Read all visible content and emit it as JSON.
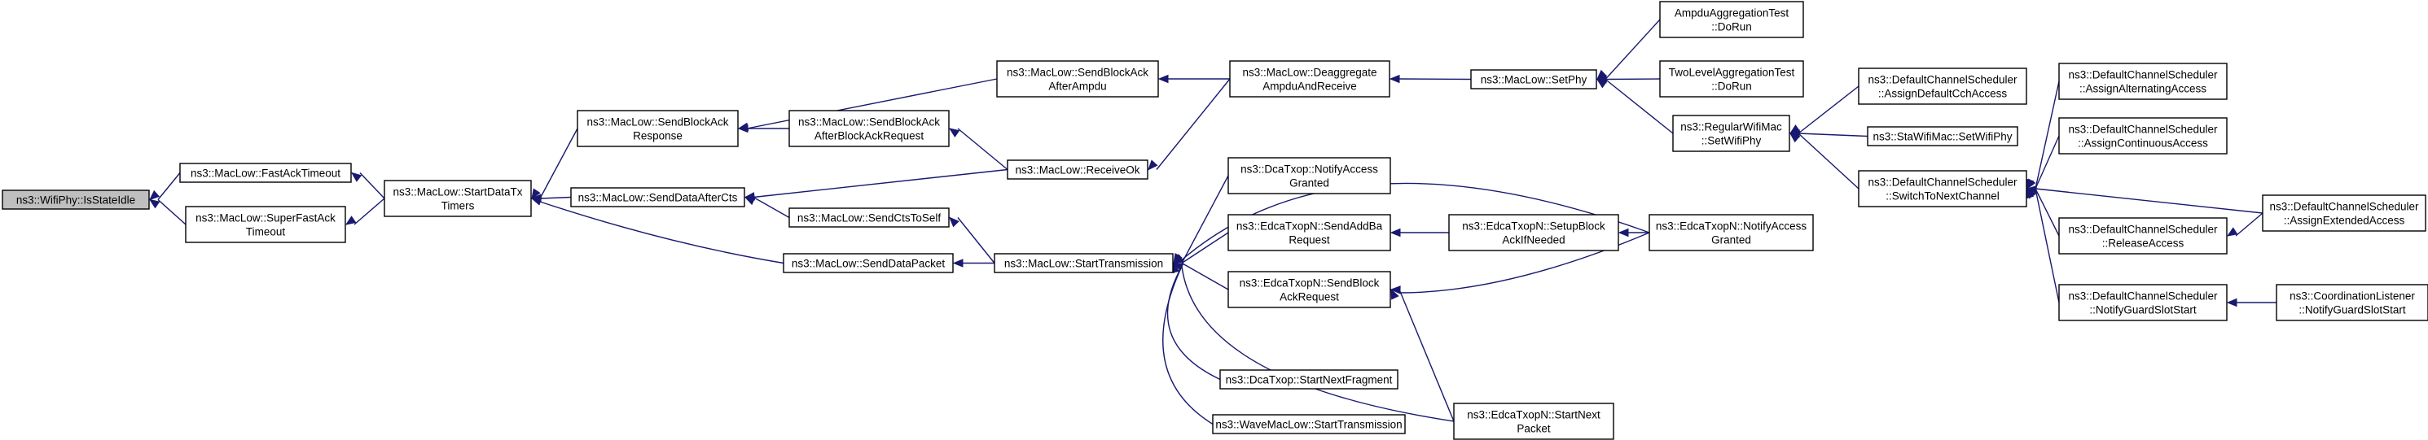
{
  "diagram": {
    "title": "",
    "root": "isstateidle",
    "nodes": [
      {
        "id": "isstateidle",
        "lines": [
          "ns3::WifiPhy::IsStateIdle"
        ]
      },
      {
        "id": "fastacktimeout",
        "lines": [
          "ns3::MacLow::FastAckTimeout"
        ]
      },
      {
        "id": "superfastacktimeout",
        "lines": [
          "ns3::MacLow::SuperFastAck",
          "Timeout"
        ]
      },
      {
        "id": "startdatatxtimers",
        "lines": [
          "ns3::MacLow::StartDataTx",
          "Timers"
        ]
      },
      {
        "id": "sendblockackresponse",
        "lines": [
          "ns3::MacLow::SendBlockAck",
          "Response"
        ]
      },
      {
        "id": "senddataaftercts",
        "lines": [
          "ns3::MacLow::SendDataAfterCts"
        ]
      },
      {
        "id": "senddatapacket",
        "lines": [
          "ns3::MacLow::SendDataPacket"
        ]
      },
      {
        "id": "sendblockackafterampdu",
        "lines": [
          "ns3::MacLow::SendBlockAck",
          "AfterAmpdu"
        ]
      },
      {
        "id": "sendblockackafterblockackrequest",
        "lines": [
          "ns3::MacLow::SendBlockAck",
          "AfterBlockAckRequest"
        ]
      },
      {
        "id": "receiveok",
        "lines": [
          "ns3::MacLow::ReceiveOk"
        ]
      },
      {
        "id": "sendctstoself",
        "lines": [
          "ns3::MacLow::SendCtsToSelf"
        ]
      },
      {
        "id": "starttransmission",
        "lines": [
          "ns3::MacLow::StartTransmission"
        ]
      },
      {
        "id": "deaggregateampduandreceive",
        "lines": [
          "ns3::MacLow::Deaggregate",
          "AmpduAndReceive"
        ]
      },
      {
        "id": "dcatxopnotifyaccessgranted",
        "lines": [
          "ns3::DcaTxop::NotifyAccess",
          "Granted"
        ]
      },
      {
        "id": "edcasendaddba",
        "lines": [
          "ns3::EdcaTxopN::SendAddBa",
          "Request"
        ]
      },
      {
        "id": "edcasendblockackrequest",
        "lines": [
          "ns3::EdcaTxopN::SendBlock",
          "AckRequest"
        ]
      },
      {
        "id": "dcastartnextfragment",
        "lines": [
          "ns3::DcaTxop::StartNextFragment"
        ]
      },
      {
        "id": "wavestarttransmission",
        "lines": [
          "ns3::WaveMacLow::StartTransmission"
        ]
      },
      {
        "id": "setphy",
        "lines": [
          "ns3::MacLow::SetPhy"
        ]
      },
      {
        "id": "setupblockackifneeded",
        "lines": [
          "ns3::EdcaTxopN::SetupBlock",
          "AckIfNeeded"
        ]
      },
      {
        "id": "edcastartnextpacket",
        "lines": [
          "ns3::EdcaTxopN::StartNext",
          "Packet"
        ]
      },
      {
        "id": "edcanotifyaccessgranted",
        "lines": [
          "ns3::EdcaTxopN::NotifyAccess",
          "Granted"
        ]
      },
      {
        "id": "ampduaggregationtest",
        "lines": [
          "AmpduAggregationTest",
          "::DoRun"
        ]
      },
      {
        "id": "twolevelaggregationtest",
        "lines": [
          "TwoLevelAggregationTest",
          "::DoRun"
        ]
      },
      {
        "id": "regularwifimacsetwifiphy",
        "lines": [
          "ns3::RegularWifiMac",
          "::SetWifiPhy"
        ]
      },
      {
        "id": "assigndefaultcchaccess",
        "lines": [
          "ns3::DefaultChannelScheduler",
          "::AssignDefaultCchAccess"
        ]
      },
      {
        "id": "stawifimacsetwifiphy",
        "lines": [
          "ns3::StaWifiMac::SetWifiPhy"
        ]
      },
      {
        "id": "switchtonextchannel",
        "lines": [
          "ns3::DefaultChannelScheduler",
          "::SwitchToNextChannel"
        ]
      },
      {
        "id": "assignalternatingaccess",
        "lines": [
          "ns3::DefaultChannelScheduler",
          "::AssignAlternatingAccess"
        ]
      },
      {
        "id": "assigncontinuousaccess",
        "lines": [
          "ns3::DefaultChannelScheduler",
          "::AssignContinuousAccess"
        ]
      },
      {
        "id": "releaseaccess",
        "lines": [
          "ns3::DefaultChannelScheduler",
          "::ReleaseAccess"
        ]
      },
      {
        "id": "notifyguardslotstart",
        "lines": [
          "ns3::DefaultChannelScheduler",
          "::NotifyGuardSlotStart"
        ]
      },
      {
        "id": "assignextendedaccess",
        "lines": [
          "ns3::DefaultChannelScheduler",
          "::AssignExtendedAccess"
        ]
      },
      {
        "id": "coordinationlistenernotifyguardslotstart",
        "lines": [
          "ns3::CoordinationListener",
          "::NotifyGuardSlotStart"
        ]
      }
    ],
    "edges": [
      {
        "from": "fastacktimeout",
        "to": "isstateidle"
      },
      {
        "from": "superfastacktimeout",
        "to": "isstateidle"
      },
      {
        "from": "startdatatxtimers",
        "to": "fastacktimeout"
      },
      {
        "from": "startdatatxtimers",
        "to": "superfastacktimeout"
      },
      {
        "from": "sendblockackresponse",
        "to": "startdatatxtimers"
      },
      {
        "from": "senddataaftercts",
        "to": "startdatatxtimers"
      },
      {
        "from": "senddatapacket",
        "to": "startdatatxtimers"
      },
      {
        "from": "sendblockackafterampdu",
        "to": "sendblockackresponse"
      },
      {
        "from": "sendblockackafterblockackrequest",
        "to": "sendblockackresponse"
      },
      {
        "from": "receiveok",
        "to": "senddataaftercts"
      },
      {
        "from": "sendctstoself",
        "to": "senddataaftercts"
      },
      {
        "from": "starttransmission",
        "to": "senddatapacket"
      },
      {
        "from": "starttransmission",
        "to": "sendctstoself"
      },
      {
        "from": "deaggregateampduandreceive",
        "to": "sendblockackafterampdu"
      },
      {
        "from": "receiveok",
        "to": "sendblockackafterblockackrequest"
      },
      {
        "from": "deaggregateampduandreceive",
        "to": "receiveok"
      },
      {
        "from": "dcatxopnotifyaccessgranted",
        "to": "starttransmission"
      },
      {
        "from": "edcasendaddba",
        "to": "starttransmission"
      },
      {
        "from": "edcasendblockackrequest",
        "to": "starttransmission"
      },
      {
        "from": "dcastartnextfragment",
        "to": "starttransmission"
      },
      {
        "from": "wavestarttransmission",
        "to": "starttransmission"
      },
      {
        "from": "edcanotifyaccessgranted",
        "to": "starttransmission"
      },
      {
        "from": "edcastartnextpacket",
        "to": "starttransmission"
      },
      {
        "from": "setphy",
        "to": "deaggregateampduandreceive"
      },
      {
        "from": "setupblockackifneeded",
        "to": "edcasendaddba"
      },
      {
        "from": "edcanotifyaccessgranted",
        "to": "setupblockackifneeded"
      },
      {
        "from": "edcanotifyaccessgranted",
        "to": "edcasendblockackrequest"
      },
      {
        "from": "edcastartnextpacket",
        "to": "edcasendblockackrequest"
      },
      {
        "from": "ampduaggregationtest",
        "to": "setphy"
      },
      {
        "from": "twolevelaggregationtest",
        "to": "setphy"
      },
      {
        "from": "regularwifimacsetwifiphy",
        "to": "setphy"
      },
      {
        "from": "assigndefaultcchaccess",
        "to": "regularwifimacsetwifiphy"
      },
      {
        "from": "stawifimacsetwifiphy",
        "to": "regularwifimacsetwifiphy"
      },
      {
        "from": "switchtonextchannel",
        "to": "regularwifimacsetwifiphy"
      },
      {
        "from": "assignalternatingaccess",
        "to": "switchtonextchannel"
      },
      {
        "from": "assigncontinuousaccess",
        "to": "switchtonextchannel"
      },
      {
        "from": "releaseaccess",
        "to": "switchtonextchannel"
      },
      {
        "from": "notifyguardslotstart",
        "to": "switchtonextchannel"
      },
      {
        "from": "assignextendedaccess",
        "to": "switchtonextchannel"
      },
      {
        "from": "assignextendedaccess",
        "to": "releaseaccess"
      },
      {
        "from": "coordinationlistenernotifyguardslotstart",
        "to": "notifyguardslotstart"
      }
    ]
  }
}
